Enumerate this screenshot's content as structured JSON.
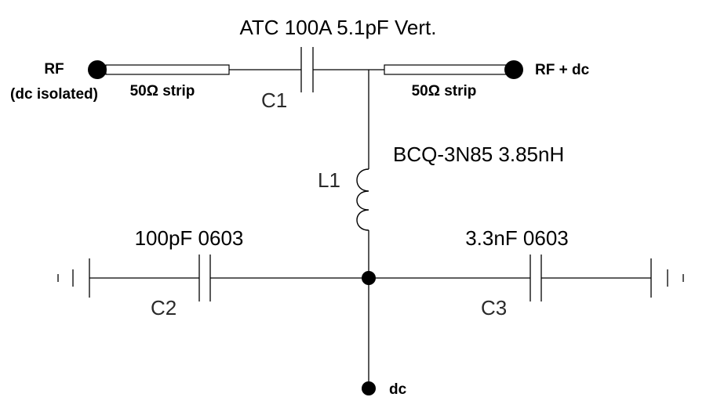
{
  "labels": {
    "c1_part": "ATC 100A 5.1pF Vert.",
    "c1_ref": "C1",
    "strip_left": "50Ω strip",
    "strip_right": "50Ω strip",
    "rf_in_line1": "RF",
    "rf_in_line2": "(dc isolated)",
    "rf_out": "RF + dc",
    "l1_part": "BCQ-3N85 3.85nH",
    "l1_ref": "L1",
    "c2_part": "100pF 0603",
    "c2_ref": "C2",
    "c3_part": "3.3nF 0603",
    "c3_ref": "C3",
    "dc_port": "dc"
  }
}
